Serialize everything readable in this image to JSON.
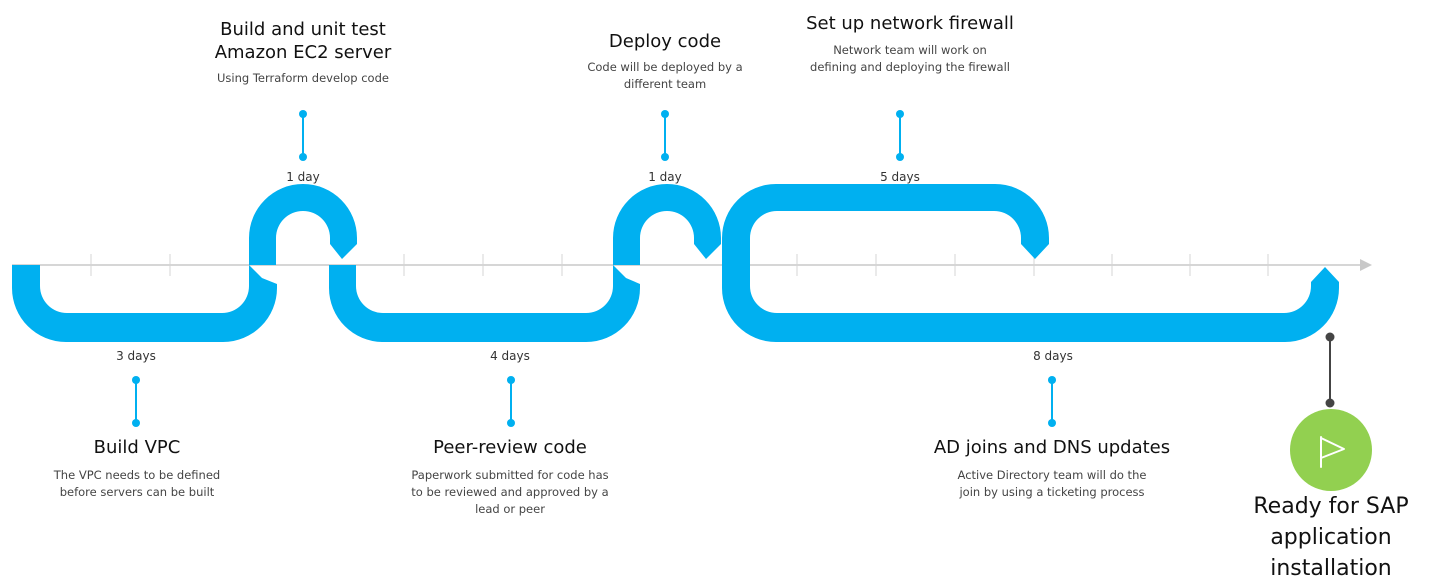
{
  "milestones": [
    {
      "key": "build_vpc",
      "title": "Build VPC",
      "description": "The VPC needs to be defined before servers can be built",
      "duration": "3 days"
    },
    {
      "key": "build_ec2",
      "title": "Build and unit test Amazon EC2 server",
      "description": "Using Terraform develop code",
      "duration": "1 day"
    },
    {
      "key": "peer_review",
      "title": "Peer-review code",
      "description": "Paperwork submitted for code has to be reviewed and approved by a lead or peer",
      "duration": "4 days"
    },
    {
      "key": "deploy",
      "title": "Deploy code",
      "description": "Code will be deployed by a different team",
      "duration": "1 day"
    },
    {
      "key": "firewall",
      "title": "Set up network firewall",
      "description": "Network team will work on defining and deploying the firewall",
      "duration": "5 days"
    },
    {
      "key": "ad_dns",
      "title": "AD joins and DNS updates",
      "description": "Active Directory team will do the join by using a ticketing process",
      "duration": "8 days"
    }
  ],
  "final": {
    "label": "Ready for SAP application installation",
    "icon": "flag-icon"
  },
  "colors": {
    "band": "#00b0f0",
    "axis": "#c8c8c8",
    "goal": "#92d050",
    "dot": "#00b0f0",
    "text": "#222222"
  }
}
